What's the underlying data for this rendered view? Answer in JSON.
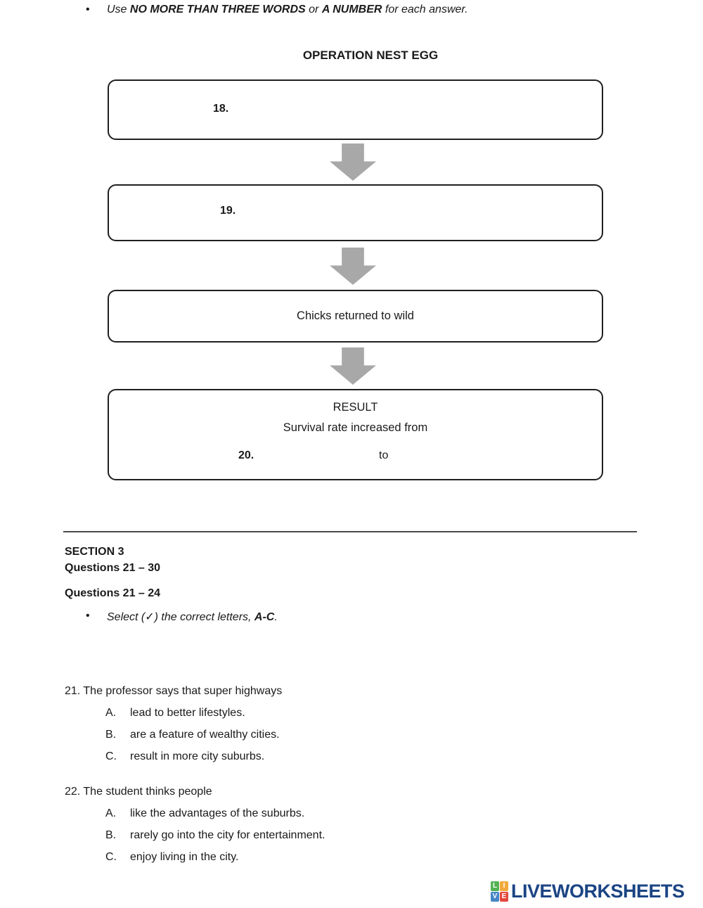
{
  "instructions": {
    "bullet": "•",
    "part1": "Use ",
    "part2": "NO MORE THAN THREE WORDS",
    "part3": " or ",
    "part4": "A NUMBER",
    "part5": " for each answer."
  },
  "flowchart": {
    "title": "OPERATION NEST EGG",
    "boxes": [
      {
        "label": "18."
      },
      {
        "label": "19."
      },
      {
        "text": "Chicks returned to wild"
      },
      {
        "line1": "RESULT",
        "line2": "Survival rate increased from",
        "label": "20.",
        "connector": "to"
      }
    ],
    "arrow_color": "#a8a8a8",
    "border_color": "#1f1f1f"
  },
  "section": {
    "heading": "SECTION 3",
    "subheading": "Questions 21 – 30",
    "range_heading": "Questions 21 – 24",
    "instruction": {
      "bullet": "•",
      "part1": "Select (✓) the correct letters, ",
      "part2": "A-C",
      "part3": "."
    }
  },
  "questions": [
    {
      "number": "21.",
      "text": "The professor says that super highways",
      "options": [
        {
          "letter": "A.",
          "text": "lead to better lifestyles."
        },
        {
          "letter": "B.",
          "text": "are a feature of wealthy cities."
        },
        {
          "letter": "C.",
          "text": "result in more city suburbs."
        }
      ]
    },
    {
      "number": "22.",
      "text": "The student thinks people",
      "options": [
        {
          "letter": "A.",
          "text": "like the advantages of the suburbs."
        },
        {
          "letter": "B.",
          "text": "rarely go into the city for entertainment."
        },
        {
          "letter": "C.",
          "text": "enjoy living in the city."
        }
      ]
    }
  ],
  "footer": {
    "logo_text": "LIVEWORKSHEETS",
    "logo_text_color": "#1b4484",
    "logo_squares": [
      {
        "letter": "L",
        "color": "#53b253"
      },
      {
        "letter": "I",
        "color": "#f2a93b"
      },
      {
        "letter": "V",
        "color": "#4586c6"
      },
      {
        "letter": "E",
        "color": "#e3483d"
      }
    ]
  }
}
